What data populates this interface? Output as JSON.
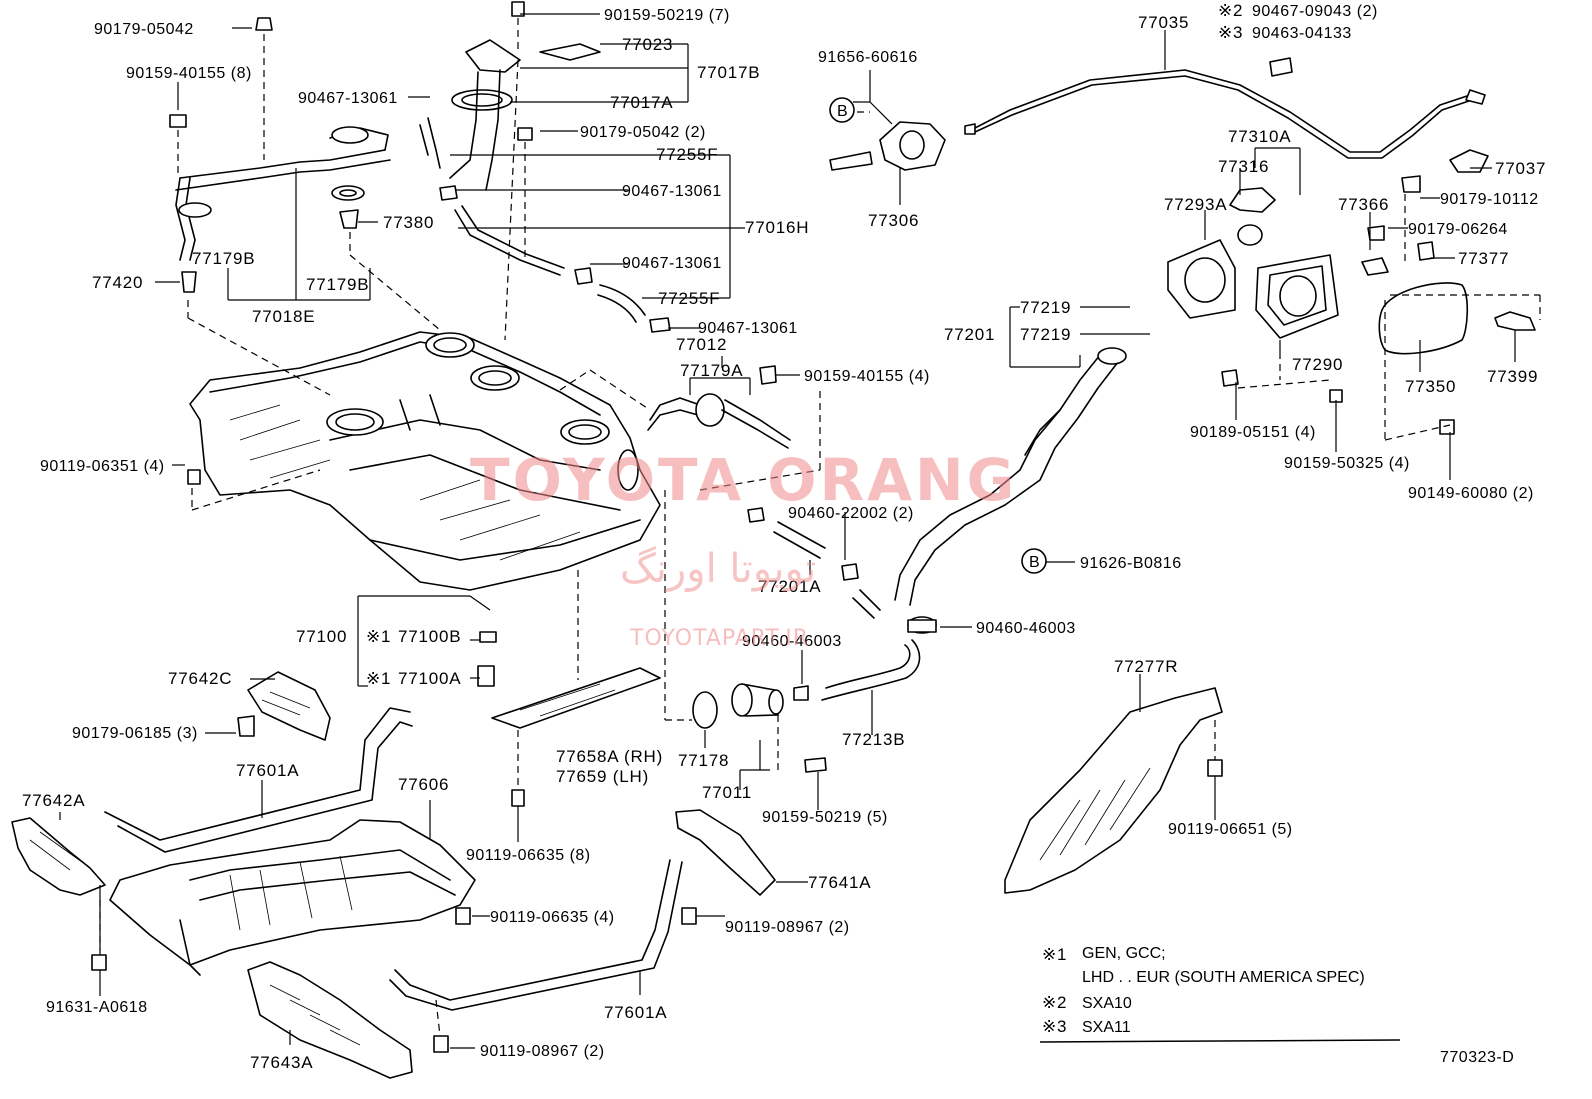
{
  "labels": {
    "p90179_05042": "90179-05042",
    "p90159_40155_8": "90159-40155 (8)",
    "p90467_13061_a": "90467-13061",
    "p90159_50219_7": "90159-50219 (7)",
    "p77023": "77023",
    "p77017B": "77017B",
    "p77017A": "77017A",
    "p90179_05042_2": "90179-05042 (2)",
    "p77255F_a": "77255F",
    "p90467_13061_b": "90467-13061",
    "p77016H": "77016H",
    "p90467_13061_c": "90467-13061",
    "p77255F_b": "77255F",
    "p90467_13061_d": "90467-13061",
    "p77179B_a": "77179B",
    "p77179B_b": "77179B",
    "p77380": "77380",
    "p77420": "77420",
    "p77018E": "77018E",
    "p91656_60616": "91656-60616",
    "p77306": "77306",
    "p77035": "77035",
    "p90467_09043_2": "90467-09043 (2)",
    "p90463_04133": "90463-04133",
    "p77310A": "77310A",
    "p77316": "77316",
    "p77037": "77037",
    "p90179_10112": "90179-10112",
    "p77293A": "77293A",
    "p77366": "77366",
    "p90179_06264": "90179-06264",
    "p77377": "77377",
    "p77219_a": "77219",
    "p77201": "77201",
    "p77219_b": "77219",
    "p77290": "77290",
    "p77350": "77350",
    "p77399": "77399",
    "p90189_05151_4": "90189-05151 (4)",
    "p90159_50325_4": "90159-50325 (4)",
    "p90149_60080_2": "90149-60080 (2)",
    "p77012": "77012",
    "p77179A": "77179A",
    "p90159_40155_4": "90159-40155 (4)",
    "p90119_06351_4": "90119-06351 (4)",
    "p90460_22002_2": "90460-22002 (2)",
    "p77201A": "77201A",
    "p91626_B0816": "91626-B0816",
    "p90460_46003_a": "90460-46003",
    "p90460_46003_b": "90460-46003",
    "p77100": "77100",
    "p77100B": "77100B",
    "p77100A": "77100A",
    "p77642C": "77642C",
    "p90179_06185_3": "90179-06185 (3)",
    "p77601A_a": "77601A",
    "p77658A": "77658A (RH)",
    "p77659": "77659    (LH)",
    "p77178": "77178",
    "p77011": "77011",
    "p77213B": "77213B",
    "p90159_50219_5": "90159-50219 (5)",
    "p77277R": "77277R",
    "p90119_06651_5": "90119-06651 (5)",
    "p77642A": "77642A",
    "p77606": "77606",
    "p90119_06635_8": "90119-06635 (8)",
    "p77641A": "77641A",
    "p90119_06635_4": "90119-06635 (4)",
    "p90119_08967_2a": "90119-08967 (2)",
    "p91631_A0618": "91631-A0618",
    "p77601A_b": "77601A",
    "p77643A": "77643A",
    "p90119_08967_2b": "90119-08967 (2)",
    "p770323": "770323-D"
  },
  "marks": {
    "k1": "※1",
    "k2": "※2",
    "k3": "※3",
    "b": "B"
  },
  "notes": {
    "n1_line1": "GEN, GCC;",
    "n1_line2": "LHD . . EUR (SOUTH AMERICA SPEC)",
    "n2": "SXA10",
    "n3": "SXA11"
  },
  "watermark": {
    "brand": "TOYOTA ORANG",
    "farsi": "تویوتا اورنگ",
    "site": "TOYOTAPART.IR",
    "color": "#f08a8a"
  }
}
